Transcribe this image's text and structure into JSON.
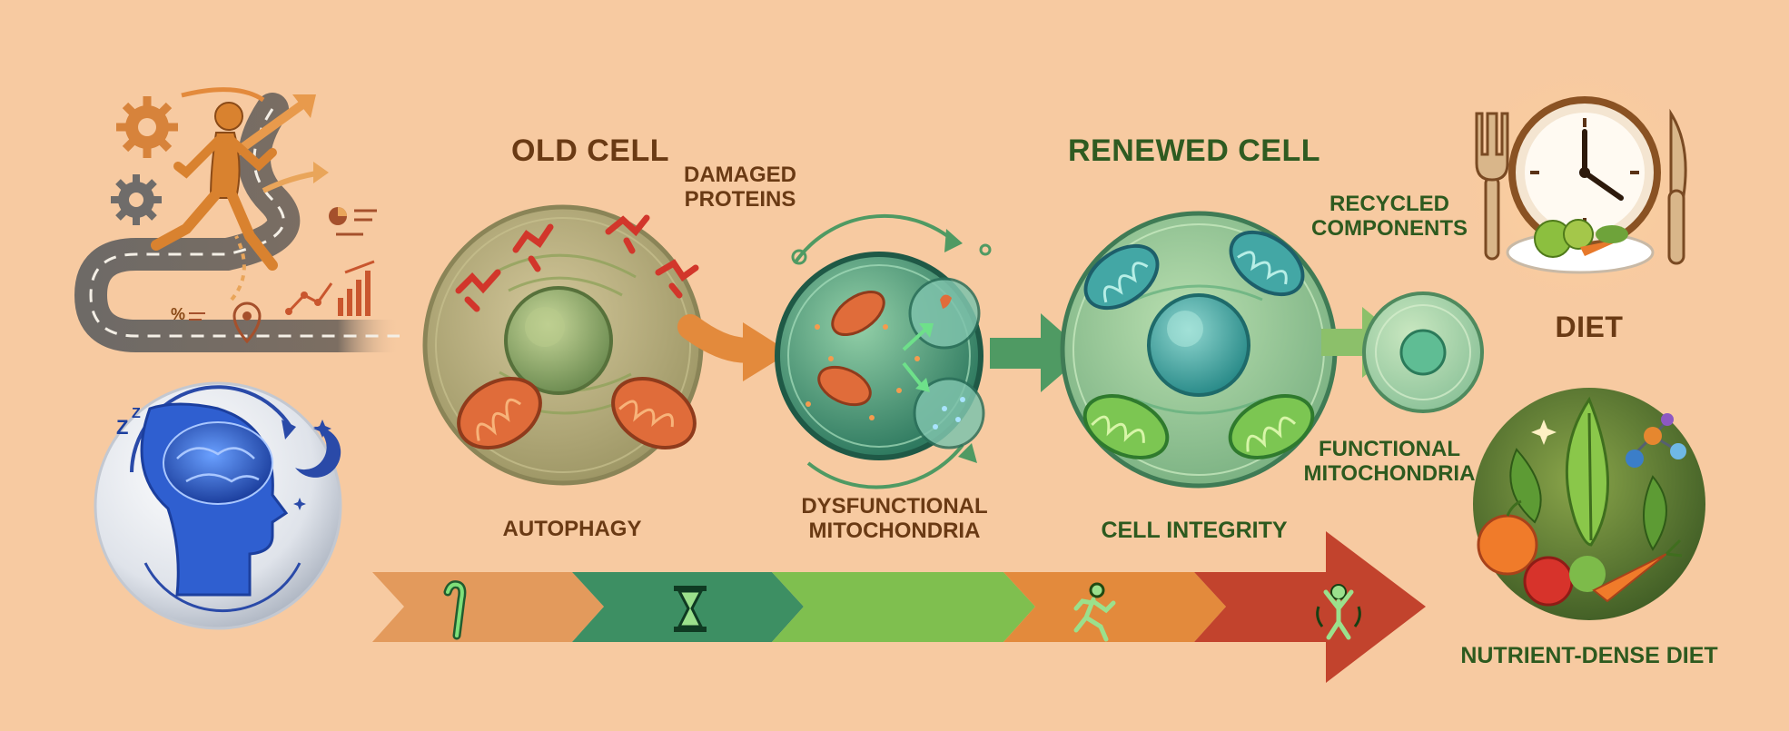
{
  "labels": {
    "old_cell": "OLD CELL",
    "damaged_proteins": [
      "DAMAGED",
      "PROTEINS"
    ],
    "renewed_cell": "RENEWED CELL",
    "recycled_components": [
      "RECYCLED",
      "COMPONENTS"
    ],
    "diet": "DIET",
    "autophagy": "AUTOPHAGY",
    "dysfunctional_mitochondria": [
      "DYSFUNCTIONAL",
      "MITOCHONDRIA"
    ],
    "cell_integrity": "CELL INTEGRITY",
    "functional_mitochondria": [
      "FUNCTIONAL",
      "MITOCHONDRIA"
    ],
    "nutrient_dense_diet": "NUTRIENT-DENSE DIET",
    "chart_marks": [
      "%"
    ]
  },
  "icons": {
    "exercise": "runner-road-gears-icon",
    "sleep": "brain-head-moon-icon",
    "meal_timing": "clock-plate-fork-knife-icon",
    "nutrients": "vegetables-leaf-molecule-icon",
    "timeline_1": "cane-icon",
    "timeline_2": "hourglass-icon",
    "timeline_3": "running-person-icon",
    "timeline_4": "celebrating-person-icon"
  },
  "colors": {
    "background": "#f7caa1",
    "label_brown": "#6a3a14",
    "label_green": "#2f5b21",
    "old_cell": "#b3a776",
    "renewed_cell": "#8fbf8c",
    "autophagosome": "#3f8f74",
    "arrow_orange": "#e38a3c",
    "arrow_green": "#4f9a63",
    "timeline_red": "#c2432d"
  }
}
